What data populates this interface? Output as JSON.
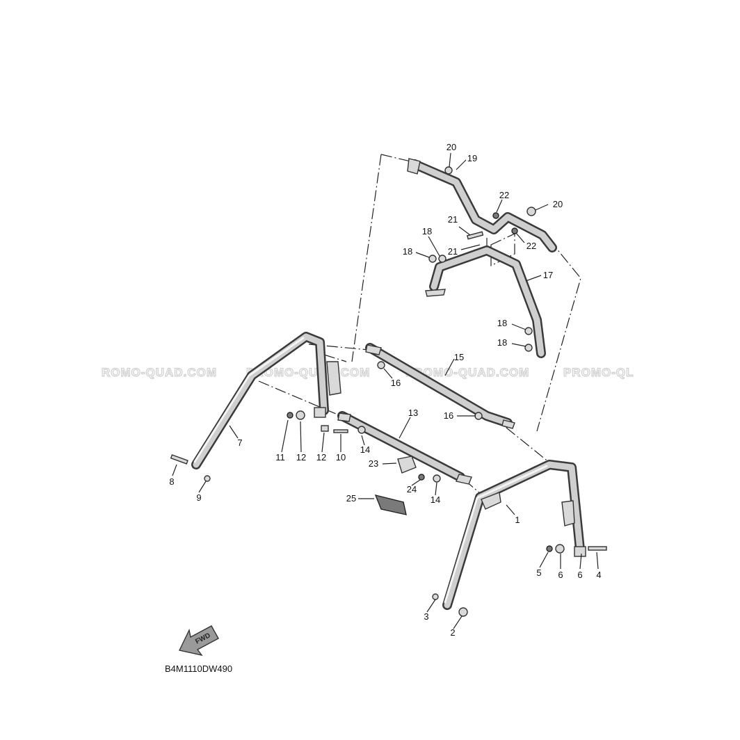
{
  "diagram": {
    "drawing_code": "B4M1110DW490",
    "watermark": [
      "ROMO-QUAD.COM",
      "PROMO-QUAD.COM",
      "PROMO-QUAD.COM",
      "PROMO-QL"
    ],
    "fwd_label": "FWD",
    "callouts": [
      "20",
      "19",
      "22",
      "20",
      "21",
      "18",
      "21",
      "22",
      "18",
      "17",
      "18",
      "18",
      "15",
      "16",
      "16",
      "13",
      "7",
      "11",
      "12",
      "12",
      "10",
      "14",
      "23",
      "24",
      "14",
      "8",
      "9",
      "25",
      "1",
      "5",
      "6",
      "6",
      "4",
      "3",
      "2"
    ],
    "colors": {
      "line": "#222222",
      "tube": "#3a3a3a",
      "tube_fill": "#cfcfcf",
      "watermark": "#cfcfcf",
      "background": "#ffffff"
    }
  }
}
